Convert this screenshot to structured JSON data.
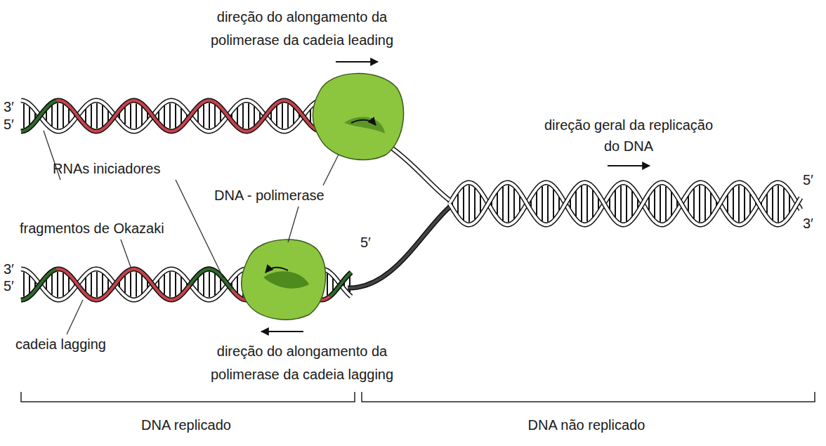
{
  "diagram": {
    "labels": [
      "direção do alongamento da polimerase da cadeia leading",
      "3′",
      "5′",
      "direção geral da replicação do DNA",
      "5′",
      "3′",
      "RNAs iniciadores",
      "DNA - polimerase",
      "fragmentos de Okazaki",
      "3′",
      "5′",
      "5′",
      "cadeia lagging",
      "direção do alongamento da polimerase da cadeia lagging",
      "DNA replicado",
      "DNA não replicado"
    ]
  }
}
